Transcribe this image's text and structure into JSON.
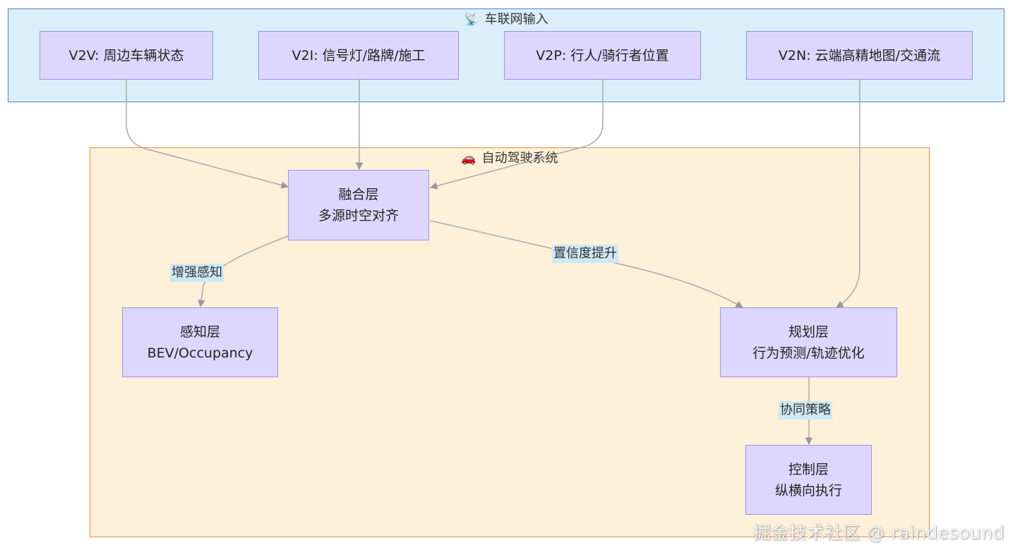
{
  "clusters": {
    "v2x": {
      "icon": "📡",
      "title": "车联网输入"
    },
    "ads": {
      "icon": "🚗",
      "title": "自动驾驶系统"
    }
  },
  "nodes": {
    "v2v": {
      "lines": [
        "V2V: 周边车辆状态"
      ]
    },
    "v2i": {
      "lines": [
        "V2I: 信号灯/路牌/施工"
      ]
    },
    "v2p": {
      "lines": [
        "V2P: 行人/骑行者位置"
      ]
    },
    "v2n": {
      "lines": [
        "V2N: 云端高精地图/交通流"
      ]
    },
    "fusion": {
      "lines": [
        "融合层",
        "多源时空对齐"
      ]
    },
    "perception": {
      "lines": [
        "感知层",
        "BEV/Occupancy"
      ]
    },
    "planning": {
      "lines": [
        "规划层",
        "行为预测/轨迹优化"
      ]
    },
    "control": {
      "lines": [
        "控制层",
        "纵横向执行"
      ]
    }
  },
  "edge_labels": {
    "fusion_to_perception": "增强感知",
    "fusion_to_planning": "置信度提升",
    "planning_to_control": "协同策略"
  },
  "colors": {
    "node_fill": "#ddd7ff",
    "node_border": "#9d8fe6",
    "v2x_fill": "#dbeffa",
    "v2x_border": "#4a86c8",
    "ads_fill": "#fff0d9",
    "ads_border": "#ee8a3c",
    "edge": "#aaaaaa",
    "edge_label_bg": "#cfe8f5"
  },
  "watermark": "掘金技术社区 @ raindesound"
}
